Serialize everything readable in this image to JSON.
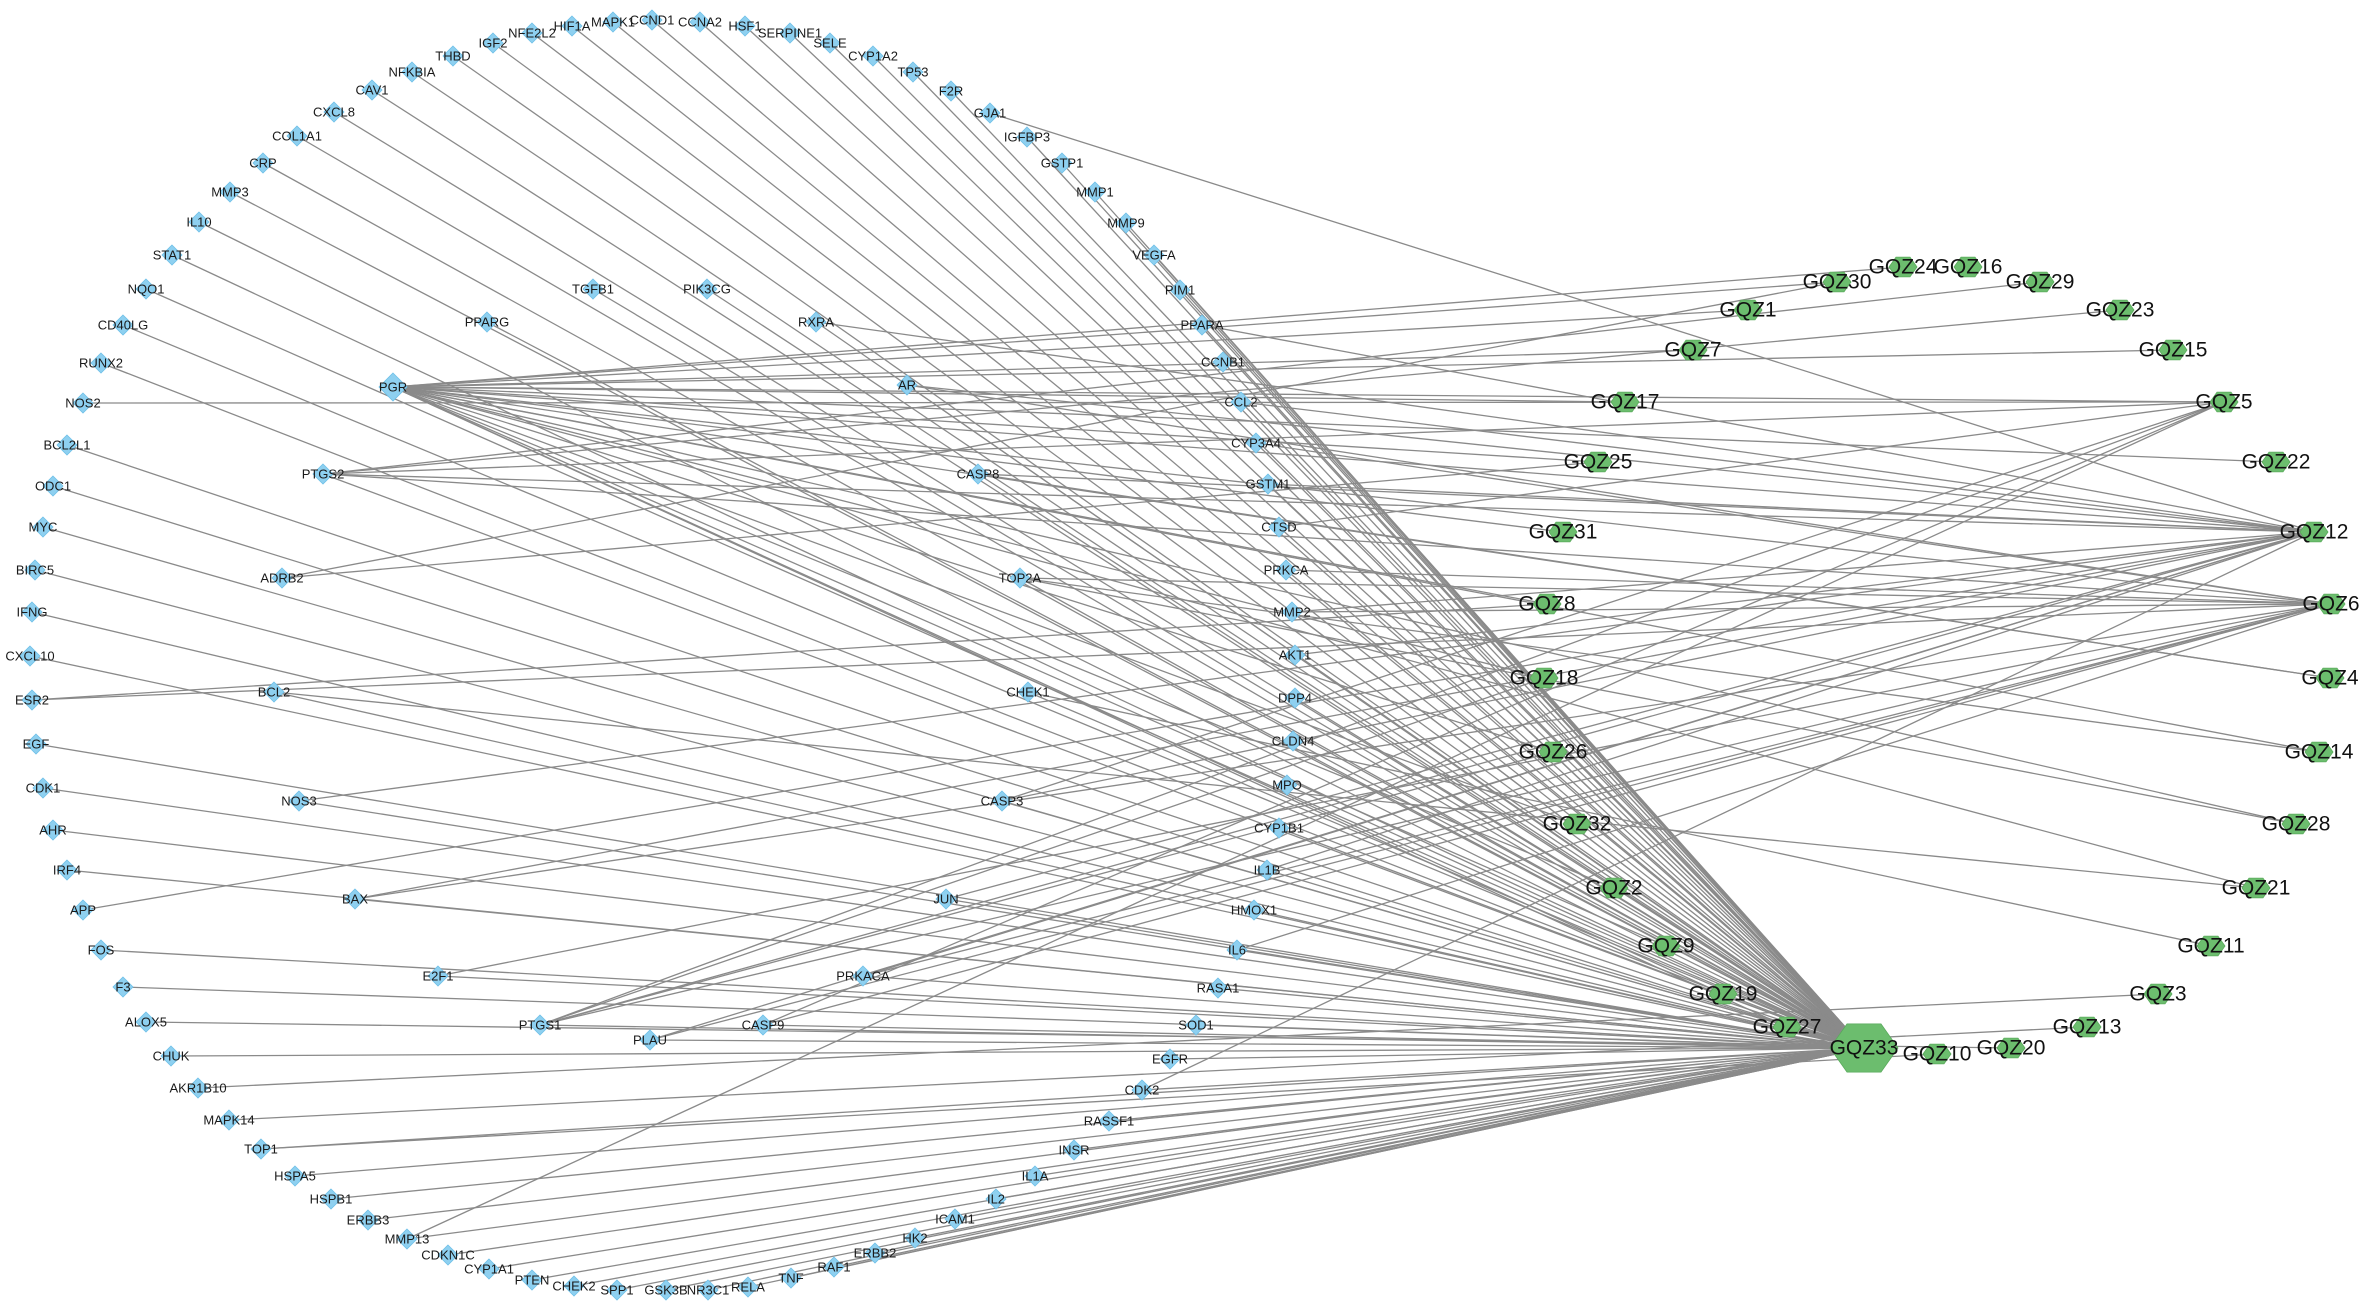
{
  "diagram": {
    "type": "network",
    "colors": {
      "gene_node": "#8ed0f0",
      "compound_node": "#6cbd6e",
      "edge": "#8a8a8a",
      "label": "#1a1a1a"
    },
    "gene_nodes": [
      "HIF1A",
      "MAPK1",
      "CCND1",
      "CCNA2",
      "HSF1",
      "SERPINE1",
      "SELE",
      "CYP1A2",
      "TP53",
      "F2R",
      "GJA1",
      "IGFBP3",
      "GSTP1",
      "MMP1",
      "MMP9",
      "VEGFA",
      "PIM1",
      "PPARA",
      "CCNB1",
      "CCL2",
      "CYP3A4",
      "GSTM1",
      "CTSD",
      "PRKCA",
      "MMP2",
      "AKT1",
      "DPP4",
      "CLDN4",
      "MPO",
      "CYP1B1",
      "IL1B",
      "HMOX1",
      "IL6",
      "RASA1",
      "SOD1",
      "EGFR",
      "CDK2",
      "RASSF1",
      "INSR",
      "IL1A",
      "IL2",
      "ICAM1",
      "HK2",
      "ERBB2",
      "RAF1",
      "TNF",
      "RELA",
      "NR3C1",
      "GSK3B",
      "SPP1",
      "CHEK2",
      "PTEN",
      "CYP1A1",
      "CDKN1C",
      "MMP13",
      "ERBB3",
      "HSPB1",
      "HSPA5",
      "TOP1",
      "MAPK14",
      "AKR1B10",
      "CHUK",
      "ALOX5",
      "F3",
      "FOS",
      "APP",
      "IRF4",
      "AHR",
      "CDK1",
      "EGF",
      "ESR2",
      "CXCL10",
      "IFNG",
      "BIRC5",
      "MYC",
      "ODC1",
      "BCL2L1",
      "NOS2",
      "RUNX2",
      "CD40LG",
      "NQO1",
      "STAT1",
      "IL10",
      "MMP3",
      "CRP",
      "COL1A1",
      "CXCL8",
      "CAV1",
      "NFKBIA",
      "THBD",
      "IGF2",
      "NFE2L2",
      "PGR",
      "TGFB1",
      "PIK3CG",
      "RXRA",
      "PPARG",
      "AR",
      "PTGS2",
      "CASP8",
      "ADRB2",
      "TOP2A",
      "BCL2",
      "CHEK1",
      "NOS3",
      "CASP3",
      "BAX",
      "JUN",
      "E2F1",
      "PRKACA",
      "PTGS1",
      "PLAU",
      "CASP9"
    ],
    "compound_nodes": [
      "GQZ24",
      "GQZ16",
      "GQZ30",
      "GQZ29",
      "GQZ1",
      "GQZ23",
      "GQZ7",
      "GQZ15",
      "GQZ17",
      "GQZ5",
      "GQZ25",
      "GQZ22",
      "GQZ31",
      "GQZ12",
      "GQZ8",
      "GQZ6",
      "GQZ18",
      "GQZ4",
      "GQZ26",
      "GQZ14",
      "GQZ32",
      "GQZ28",
      "GQZ2",
      "GQZ21",
      "GQZ9",
      "GQZ11",
      "GQZ19",
      "GQZ3",
      "GQZ27",
      "GQZ13",
      "GQZ33",
      "GQZ20",
      "GQZ10"
    ],
    "edges": [
      [
        "GQZ33",
        "HIF1A"
      ],
      [
        "GQZ33",
        "MAPK1"
      ],
      [
        "GQZ33",
        "CCND1"
      ],
      [
        "GQZ33",
        "CCNA2"
      ],
      [
        "GQZ33",
        "HSF1"
      ],
      [
        "GQZ33",
        "SERPINE1"
      ],
      [
        "GQZ33",
        "SELE"
      ],
      [
        "GQZ33",
        "CYP1A2"
      ],
      [
        "GQZ33",
        "TP53"
      ],
      [
        "GQZ33",
        "F2R"
      ],
      [
        "GQZ33",
        "IGFBP3"
      ],
      [
        "GQZ33",
        "GSTP1"
      ],
      [
        "GQZ33",
        "MMP1"
      ],
      [
        "GQZ33",
        "MMP9"
      ],
      [
        "GQZ33",
        "VEGFA"
      ],
      [
        "GQZ33",
        "PIM1"
      ],
      [
        "GQZ33",
        "PPARA"
      ],
      [
        "GQZ33",
        "CCNB1"
      ],
      [
        "GQZ33",
        "CCL2"
      ],
      [
        "GQZ33",
        "CYP3A4"
      ],
      [
        "GQZ33",
        "GSTM1"
      ],
      [
        "GQZ33",
        "CTSD"
      ],
      [
        "GQZ33",
        "PRKCA"
      ],
      [
        "GQZ33",
        "MMP2"
      ],
      [
        "GQZ33",
        "AKT1"
      ],
      [
        "GQZ33",
        "DPP4"
      ],
      [
        "GQZ33",
        "CLDN4"
      ],
      [
        "GQZ33",
        "MPO"
      ],
      [
        "GQZ33",
        "CYP1B1"
      ],
      [
        "GQZ33",
        "IL1B"
      ],
      [
        "GQZ33",
        "HMOX1"
      ],
      [
        "GQZ33",
        "IL6"
      ],
      [
        "GQZ33",
        "RASA1"
      ],
      [
        "GQZ33",
        "SOD1"
      ],
      [
        "GQZ33",
        "EGFR"
      ],
      [
        "GQZ33",
        "CDK2"
      ],
      [
        "GQZ33",
        "RASSF1"
      ],
      [
        "GQZ33",
        "INSR"
      ],
      [
        "GQZ33",
        "IL1A"
      ],
      [
        "GQZ33",
        "IL2"
      ],
      [
        "GQZ33",
        "ICAM1"
      ],
      [
        "GQZ33",
        "HK2"
      ],
      [
        "GQZ33",
        "ERBB2"
      ],
      [
        "GQZ33",
        "RAF1"
      ],
      [
        "GQZ33",
        "TNF"
      ],
      [
        "GQZ33",
        "RELA"
      ],
      [
        "GQZ33",
        "NR3C1"
      ],
      [
        "GQZ33",
        "GSK3B"
      ],
      [
        "GQZ33",
        "SPP1"
      ],
      [
        "GQZ33",
        "CHEK2"
      ],
      [
        "GQZ33",
        "PTEN"
      ],
      [
        "GQZ33",
        "CYP1A1"
      ],
      [
        "GQZ33",
        "CDKN1C"
      ],
      [
        "GQZ33",
        "MMP13"
      ],
      [
        "GQZ33",
        "ERBB3"
      ],
      [
        "GQZ33",
        "HSPB1"
      ],
      [
        "GQZ33",
        "HSPA5"
      ],
      [
        "GQZ33",
        "TOP1"
      ],
      [
        "GQZ33",
        "CHUK"
      ],
      [
        "GQZ33",
        "F3"
      ],
      [
        "GQZ33",
        "FOS"
      ],
      [
        "GQZ33",
        "IRF4"
      ],
      [
        "GQZ33",
        "AHR"
      ],
      [
        "GQZ33",
        "CDK1"
      ],
      [
        "GQZ33",
        "EGF"
      ],
      [
        "GQZ33",
        "CXCL10"
      ],
      [
        "GQZ33",
        "IFNG"
      ],
      [
        "GQZ33",
        "BIRC5"
      ],
      [
        "GQZ33",
        "MYC"
      ],
      [
        "GQZ33",
        "ODC1"
      ],
      [
        "GQZ33",
        "BCL2L1"
      ],
      [
        "GQZ33",
        "RUNX2"
      ],
      [
        "GQZ33",
        "CD40LG"
      ],
      [
        "GQZ33",
        "NQO1"
      ],
      [
        "GQZ33",
        "STAT1"
      ],
      [
        "GQZ33",
        "IL10"
      ],
      [
        "GQZ33",
        "MMP3"
      ],
      [
        "GQZ33",
        "CRP"
      ],
      [
        "GQZ33",
        "COL1A1"
      ],
      [
        "GQZ33",
        "CXCL8"
      ],
      [
        "GQZ33",
        "CAV1"
      ],
      [
        "GQZ33",
        "NFKBIA"
      ],
      [
        "GQZ33",
        "THBD"
      ],
      [
        "GQZ33",
        "IGF2"
      ],
      [
        "GQZ33",
        "NFE2L2"
      ],
      [
        "GQZ33",
        "TGFB1"
      ],
      [
        "GQZ33",
        "PIK3CG"
      ],
      [
        "GQZ33",
        "RXRA"
      ],
      [
        "GQZ33",
        "PPARG"
      ],
      [
        "GQZ33",
        "AR"
      ],
      [
        "GQZ33",
        "PTGS2"
      ],
      [
        "GQZ33",
        "CASP8"
      ],
      [
        "GQZ33",
        "TOP2A"
      ],
      [
        "GQZ33",
        "BCL2"
      ],
      [
        "GQZ33",
        "CHEK1"
      ],
      [
        "GQZ33",
        "NOS3"
      ],
      [
        "GQZ33",
        "CASP3"
      ],
      [
        "GQZ33",
        "BAX"
      ],
      [
        "GQZ33",
        "JUN"
      ],
      [
        "GQZ33",
        "E2F1"
      ],
      [
        "GQZ33",
        "PRKACA"
      ],
      [
        "GQZ33",
        "PTGS1"
      ],
      [
        "GQZ33",
        "PLAU"
      ],
      [
        "GQZ33",
        "CASP9"
      ],
      [
        "GQZ30",
        "PGR"
      ],
      [
        "GQZ24",
        "PGR"
      ],
      [
        "GQZ1",
        "PGR"
      ],
      [
        "GQZ7",
        "PGR"
      ],
      [
        "GQZ15",
        "PGR"
      ],
      [
        "GQZ17",
        "PGR"
      ],
      [
        "GQZ5",
        "PGR"
      ],
      [
        "GQZ25",
        "PGR"
      ],
      [
        "GQZ22",
        "PGR"
      ],
      [
        "GQZ31",
        "PGR"
      ],
      [
        "GQZ12",
        "PGR"
      ],
      [
        "GQZ8",
        "PGR"
      ],
      [
        "GQZ6",
        "PGR"
      ],
      [
        "GQZ18",
        "PGR"
      ],
      [
        "GQZ4",
        "PGR"
      ],
      [
        "GQZ26",
        "PGR"
      ],
      [
        "GQZ14",
        "PGR"
      ],
      [
        "GQZ32",
        "PGR"
      ],
      [
        "GQZ28",
        "PGR"
      ],
      [
        "GQZ2",
        "PGR"
      ],
      [
        "GQZ21",
        "PGR"
      ],
      [
        "GQZ9",
        "PGR"
      ],
      [
        "GQZ19",
        "PGR"
      ],
      [
        "GQZ27",
        "PGR"
      ],
      [
        "GQZ29",
        "PTGS2"
      ],
      [
        "GQZ5",
        "PTGS2"
      ],
      [
        "GQZ12",
        "PTGS2"
      ],
      [
        "GQZ6",
        "PTGS2"
      ],
      [
        "GQZ23",
        "PTGS2"
      ],
      [
        "GQZ25",
        "ADRB2"
      ],
      [
        "GQZ30",
        "ADRB2"
      ],
      [
        "GQZ5",
        "PTGS1"
      ],
      [
        "GQZ12",
        "PTGS1"
      ],
      [
        "GQZ6",
        "PTGS1"
      ],
      [
        "GQZ26",
        "PTGS1"
      ],
      [
        "GQZ18",
        "PTGS1"
      ],
      [
        "GQZ12",
        "PRKACA"
      ],
      [
        "GQZ6",
        "PRKACA"
      ],
      [
        "GQZ12",
        "CASP3"
      ],
      [
        "GQZ5",
        "CASP3"
      ],
      [
        "GQZ6",
        "BAX"
      ],
      [
        "GQZ12",
        "BAX"
      ],
      [
        "GQZ12",
        "PLAU"
      ],
      [
        "GQZ6",
        "PLAU"
      ],
      [
        "GQZ12",
        "JUN"
      ],
      [
        "GQZ12",
        "CDK2"
      ],
      [
        "GQZ12",
        "APP"
      ],
      [
        "GQZ6",
        "ESR2"
      ],
      [
        "GQZ8",
        "ESR2"
      ],
      [
        "GQZ12",
        "GJA1"
      ],
      [
        "GQZ12",
        "PPARA"
      ],
      [
        "GQZ12",
        "CCL2"
      ],
      [
        "GQZ5",
        "NOS2"
      ],
      [
        "GQZ6",
        "AR"
      ],
      [
        "GQZ12",
        "AR"
      ],
      [
        "GQZ6",
        "TOP2A"
      ],
      [
        "GQZ14",
        "TOP2A"
      ],
      [
        "GQZ28",
        "TOP2A"
      ],
      [
        "GQZ4",
        "CASP8"
      ],
      [
        "GQZ12",
        "CASP8"
      ],
      [
        "GQZ6",
        "CYP3A4"
      ],
      [
        "GQZ12",
        "GSTM1"
      ],
      [
        "GQZ12",
        "RXRA"
      ],
      [
        "GQZ3",
        "AKR1B10"
      ],
      [
        "GQZ13",
        "MAPK14"
      ],
      [
        "GQZ20",
        "ALOX5"
      ],
      [
        "GQZ11",
        "CHEK1"
      ],
      [
        "GQZ21",
        "BCL2"
      ],
      [
        "GQZ10",
        "TOP1"
      ],
      [
        "GQZ5",
        "CASP9"
      ],
      [
        "GQZ6",
        "CASP9"
      ],
      [
        "GQZ12",
        "NOS3"
      ],
      [
        "GQZ6",
        "E2F1"
      ],
      [
        "GQZ5",
        "CTSD"
      ],
      [
        "GQZ12",
        "MMP2"
      ],
      [
        "GQZ6",
        "MMP2"
      ],
      [
        "GQZ12",
        "AKT1"
      ],
      [
        "GQZ6",
        "PRKCA"
      ],
      [
        "GQZ5",
        "MMP13"
      ],
      [
        "GQZ6",
        "IL6"
      ],
      [
        "GQZ12",
        "IL1B"
      ]
    ]
  }
}
